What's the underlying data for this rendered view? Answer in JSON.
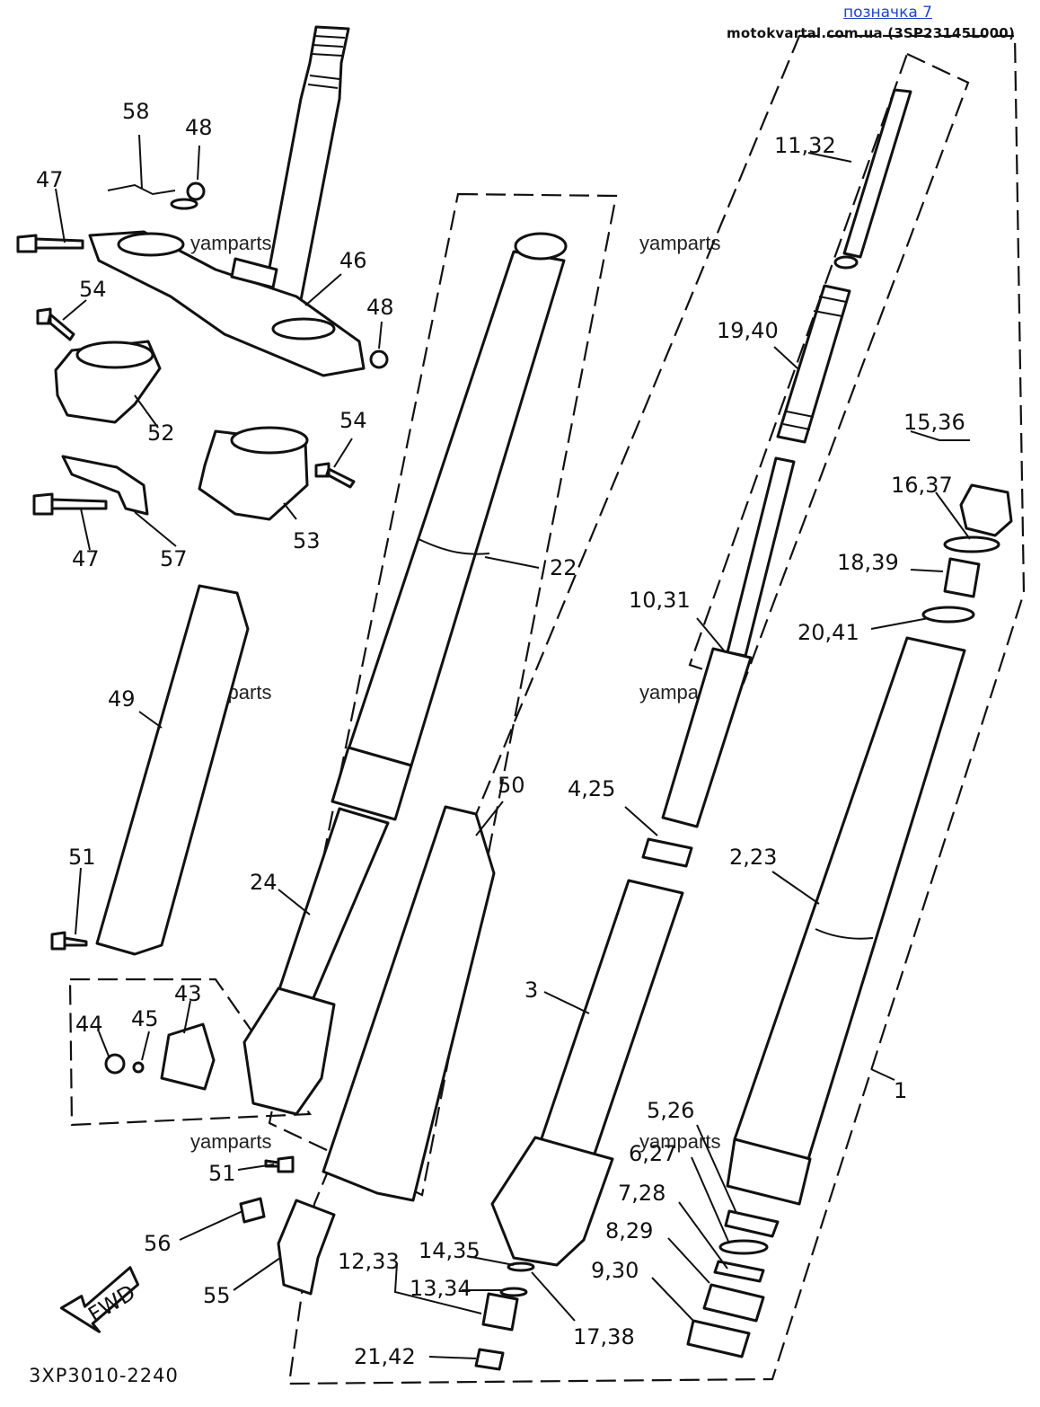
{
  "header": {
    "link_text": "позначка 7",
    "source_text": "motokvartal.com.ua (3SP23145L000)"
  },
  "watermarks": [
    "yamparts",
    "yamparts",
    "yamparts",
    "yamparts",
    "yamparts",
    "yamparts"
  ],
  "diagram_code": "3XP3010-2240",
  "fwd_label": "FWD",
  "callouts": {
    "c1": "1",
    "c2_23": "2,23",
    "c3": "3",
    "c4_25": "4,25",
    "c5_26": "5,26",
    "c6_27": "6,27",
    "c7_28": "7,28",
    "c8_29": "8,29",
    "c9_30": "9,30",
    "c10_31": "10,31",
    "c11_32": "11,32",
    "c12_33": "12,33",
    "c13_34": "13,34",
    "c14_35": "14,35",
    "c15_36": "15,36",
    "c16_37": "16,37",
    "c17_38": "17,38",
    "c18_39": "18,39",
    "c19_40": "19,40",
    "c20_41": "20,41",
    "c21_42": "21,42",
    "c22": "22",
    "c24": "24",
    "c43": "43",
    "c44": "44",
    "c45": "45",
    "c46": "46",
    "c47a": "47",
    "c47b": "47",
    "c48a": "48",
    "c48b": "48",
    "c49": "49",
    "c50": "50",
    "c51a": "51",
    "c51b": "51",
    "c52": "52",
    "c53": "53",
    "c54a": "54",
    "c54b": "54",
    "c55": "55",
    "c56": "56",
    "c57": "57",
    "c58": "58"
  }
}
